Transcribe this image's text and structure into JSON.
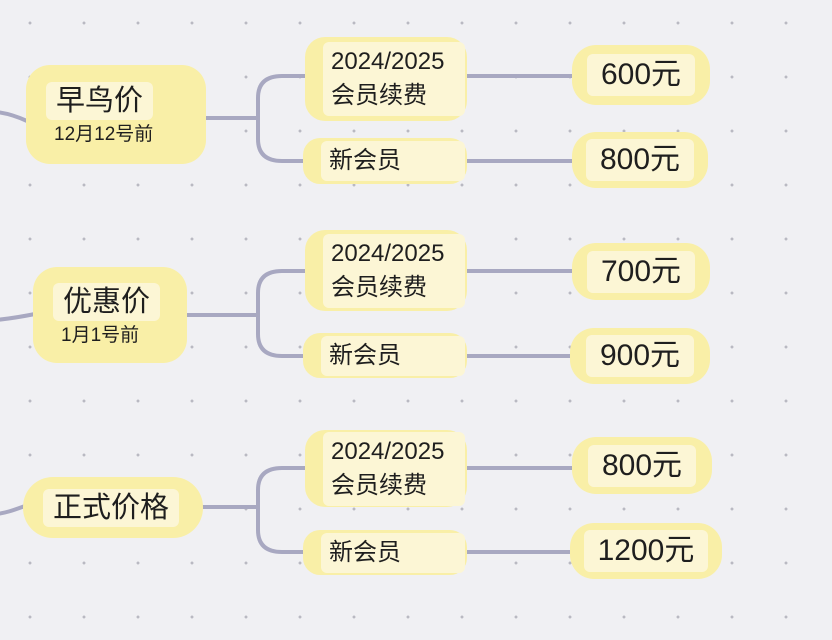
{
  "colors": {
    "background": "#f0f0f3",
    "dot": "#b9b9c2",
    "connector": "#a8a8c1",
    "node_fill": "#f9efa7",
    "node_highlight": "#fcf6d5",
    "text": "#1e1e1e"
  },
  "groups": [
    {
      "parent": {
        "title": "早鸟价",
        "subtitle": "12月12号前"
      },
      "renewal": {
        "line1": "2024/2025",
        "line2": "会员续费",
        "price": "600元"
      },
      "new_member": {
        "label": "新会员",
        "price": "800元"
      }
    },
    {
      "parent": {
        "title": "优惠价",
        "subtitle": "1月1号前"
      },
      "renewal": {
        "line1": "2024/2025",
        "line2": "会员续费",
        "price": "700元"
      },
      "new_member": {
        "label": "新会员",
        "price": "900元"
      }
    },
    {
      "parent": {
        "title": "正式价格",
        "subtitle": ""
      },
      "renewal": {
        "line1": "2024/2025",
        "line2": "会员续费",
        "price": "800元"
      },
      "new_member": {
        "label": "新会员",
        "price": "1200元"
      }
    }
  ]
}
